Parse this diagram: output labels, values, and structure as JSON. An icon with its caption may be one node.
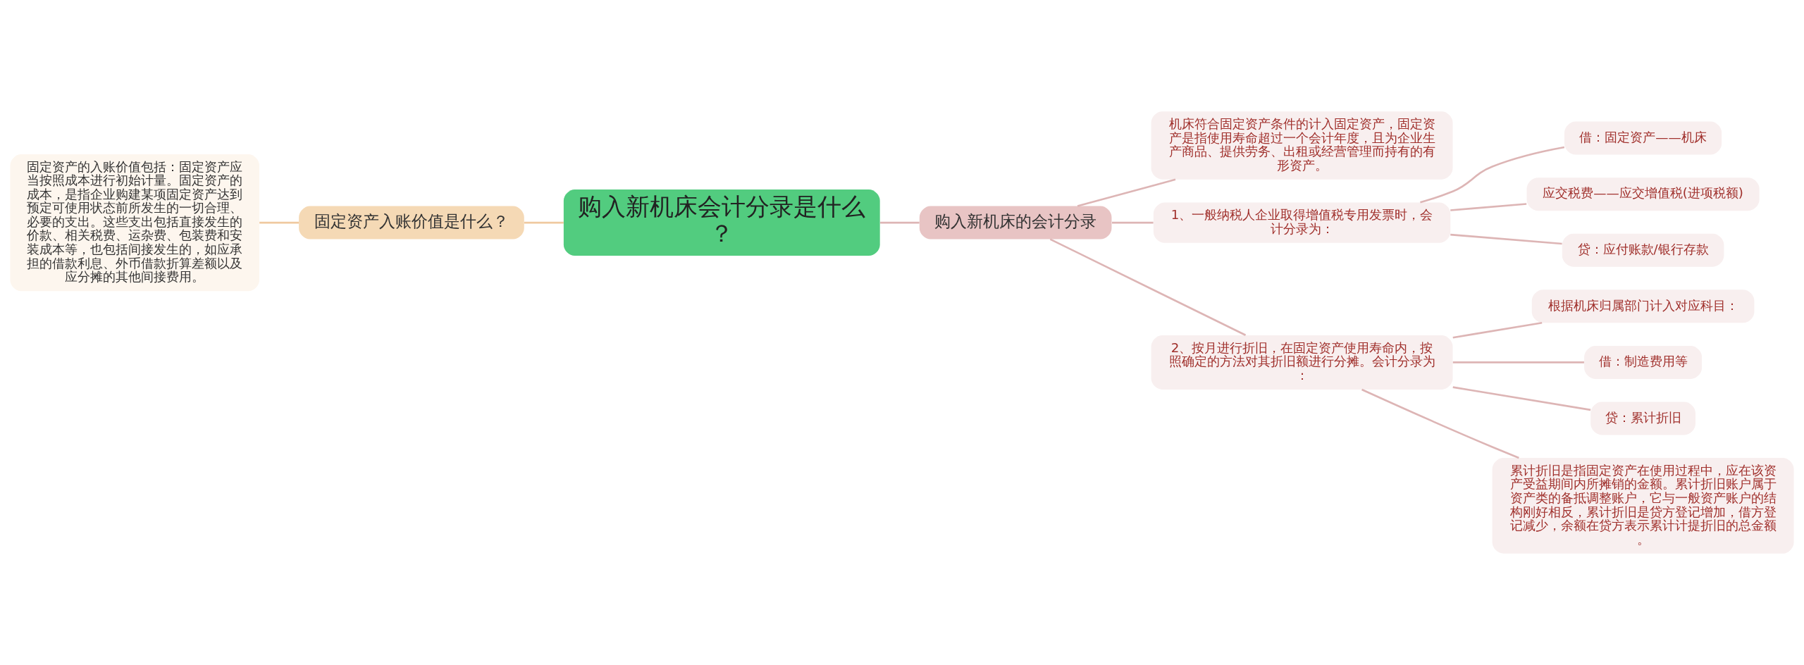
{
  "diagram": {
    "nodes": [
      {
        "text": [
          "购入新机床会计分录是什么？"
        ]
      },
      {
        "text": [
          "固定资产入账价值是什么？"
        ]
      },
      {
        "text": [
          "固定资产的入账价值包括：固定资产应当按照成本进行初始计量。固定资产的成本，是指企业购建某项固定资产达到预定可使用状态前所发生的一切合理、必要的支出。这些支出包括直接发生的价款、相关税费、运杂费、包装费和安装成本等，也包括间接发生的，如应承担的借款利息、外币借款折算差额以及应分摊的其他间接费用。"
        ]
      },
      {
        "text": [
          "购入新机床的会计分录"
        ]
      },
      {
        "text": [
          "机床符合固定资产条件的计入固定资产，固定资产是指使用寿命超过一个会计年度，且为企业生产商品、提供劳务、出租或经营管理而持有的有形资产。"
        ]
      },
      {
        "text": [
          "1、一般纳税人企业取得增值税专用发票时，会计分录为："
        ]
      },
      {
        "text": [
          "借：固定资产——机床"
        ]
      },
      {
        "text": [
          "应交税费——应交增值税(进项税额)"
        ]
      },
      {
        "text": [
          "贷：应付账款/银行存款"
        ]
      },
      {
        "text": [
          "2、按月进行折旧，在固定资产使用寿命内，按照确定的方法对其折旧额进行分摊。会计分录为："
        ]
      },
      {
        "text": [
          "根据机床归属部门计入对应科目："
        ]
      },
      {
        "text": [
          "借：制造费用等"
        ]
      },
      {
        "text": [
          "贷：累计折旧"
        ]
      },
      {
        "text": [
          "累计折旧是指固定资产在使用过程中，应在该资产受益期间内所摊销的金额。累计折旧账户属于资产类的备抵调整账户，它与一般资产账户的结构刚好相反，累计折旧是贷方登记增加，借方登记减少，余额在贷方表示累计计提折旧的总金额。"
        ]
      }
    ],
    "edges": [
      {
        "from": 0,
        "to": 1,
        "arrow": "none"
      },
      {
        "from": 1,
        "to": 2,
        "arrow": "none"
      },
      {
        "from": 0,
        "to": 3,
        "arrow": "none"
      },
      {
        "from": 3,
        "to": 4,
        "arrow": "none"
      },
      {
        "from": 3,
        "to": 5,
        "arrow": "none"
      },
      {
        "from": 5,
        "to": 6,
        "arrow": "none"
      },
      {
        "from": 5,
        "to": 7,
        "arrow": "none"
      },
      {
        "from": 5,
        "to": 8,
        "arrow": "none"
      },
      {
        "from": 3,
        "to": 9,
        "arrow": "none"
      },
      {
        "from": 9,
        "to": 10,
        "arrow": "none"
      },
      {
        "from": 9,
        "to": 11,
        "arrow": "none"
      },
      {
        "from": 9,
        "to": 12,
        "arrow": "none"
      },
      {
        "from": 9,
        "to": 13,
        "arrow": "none"
      }
    ]
  }
}
